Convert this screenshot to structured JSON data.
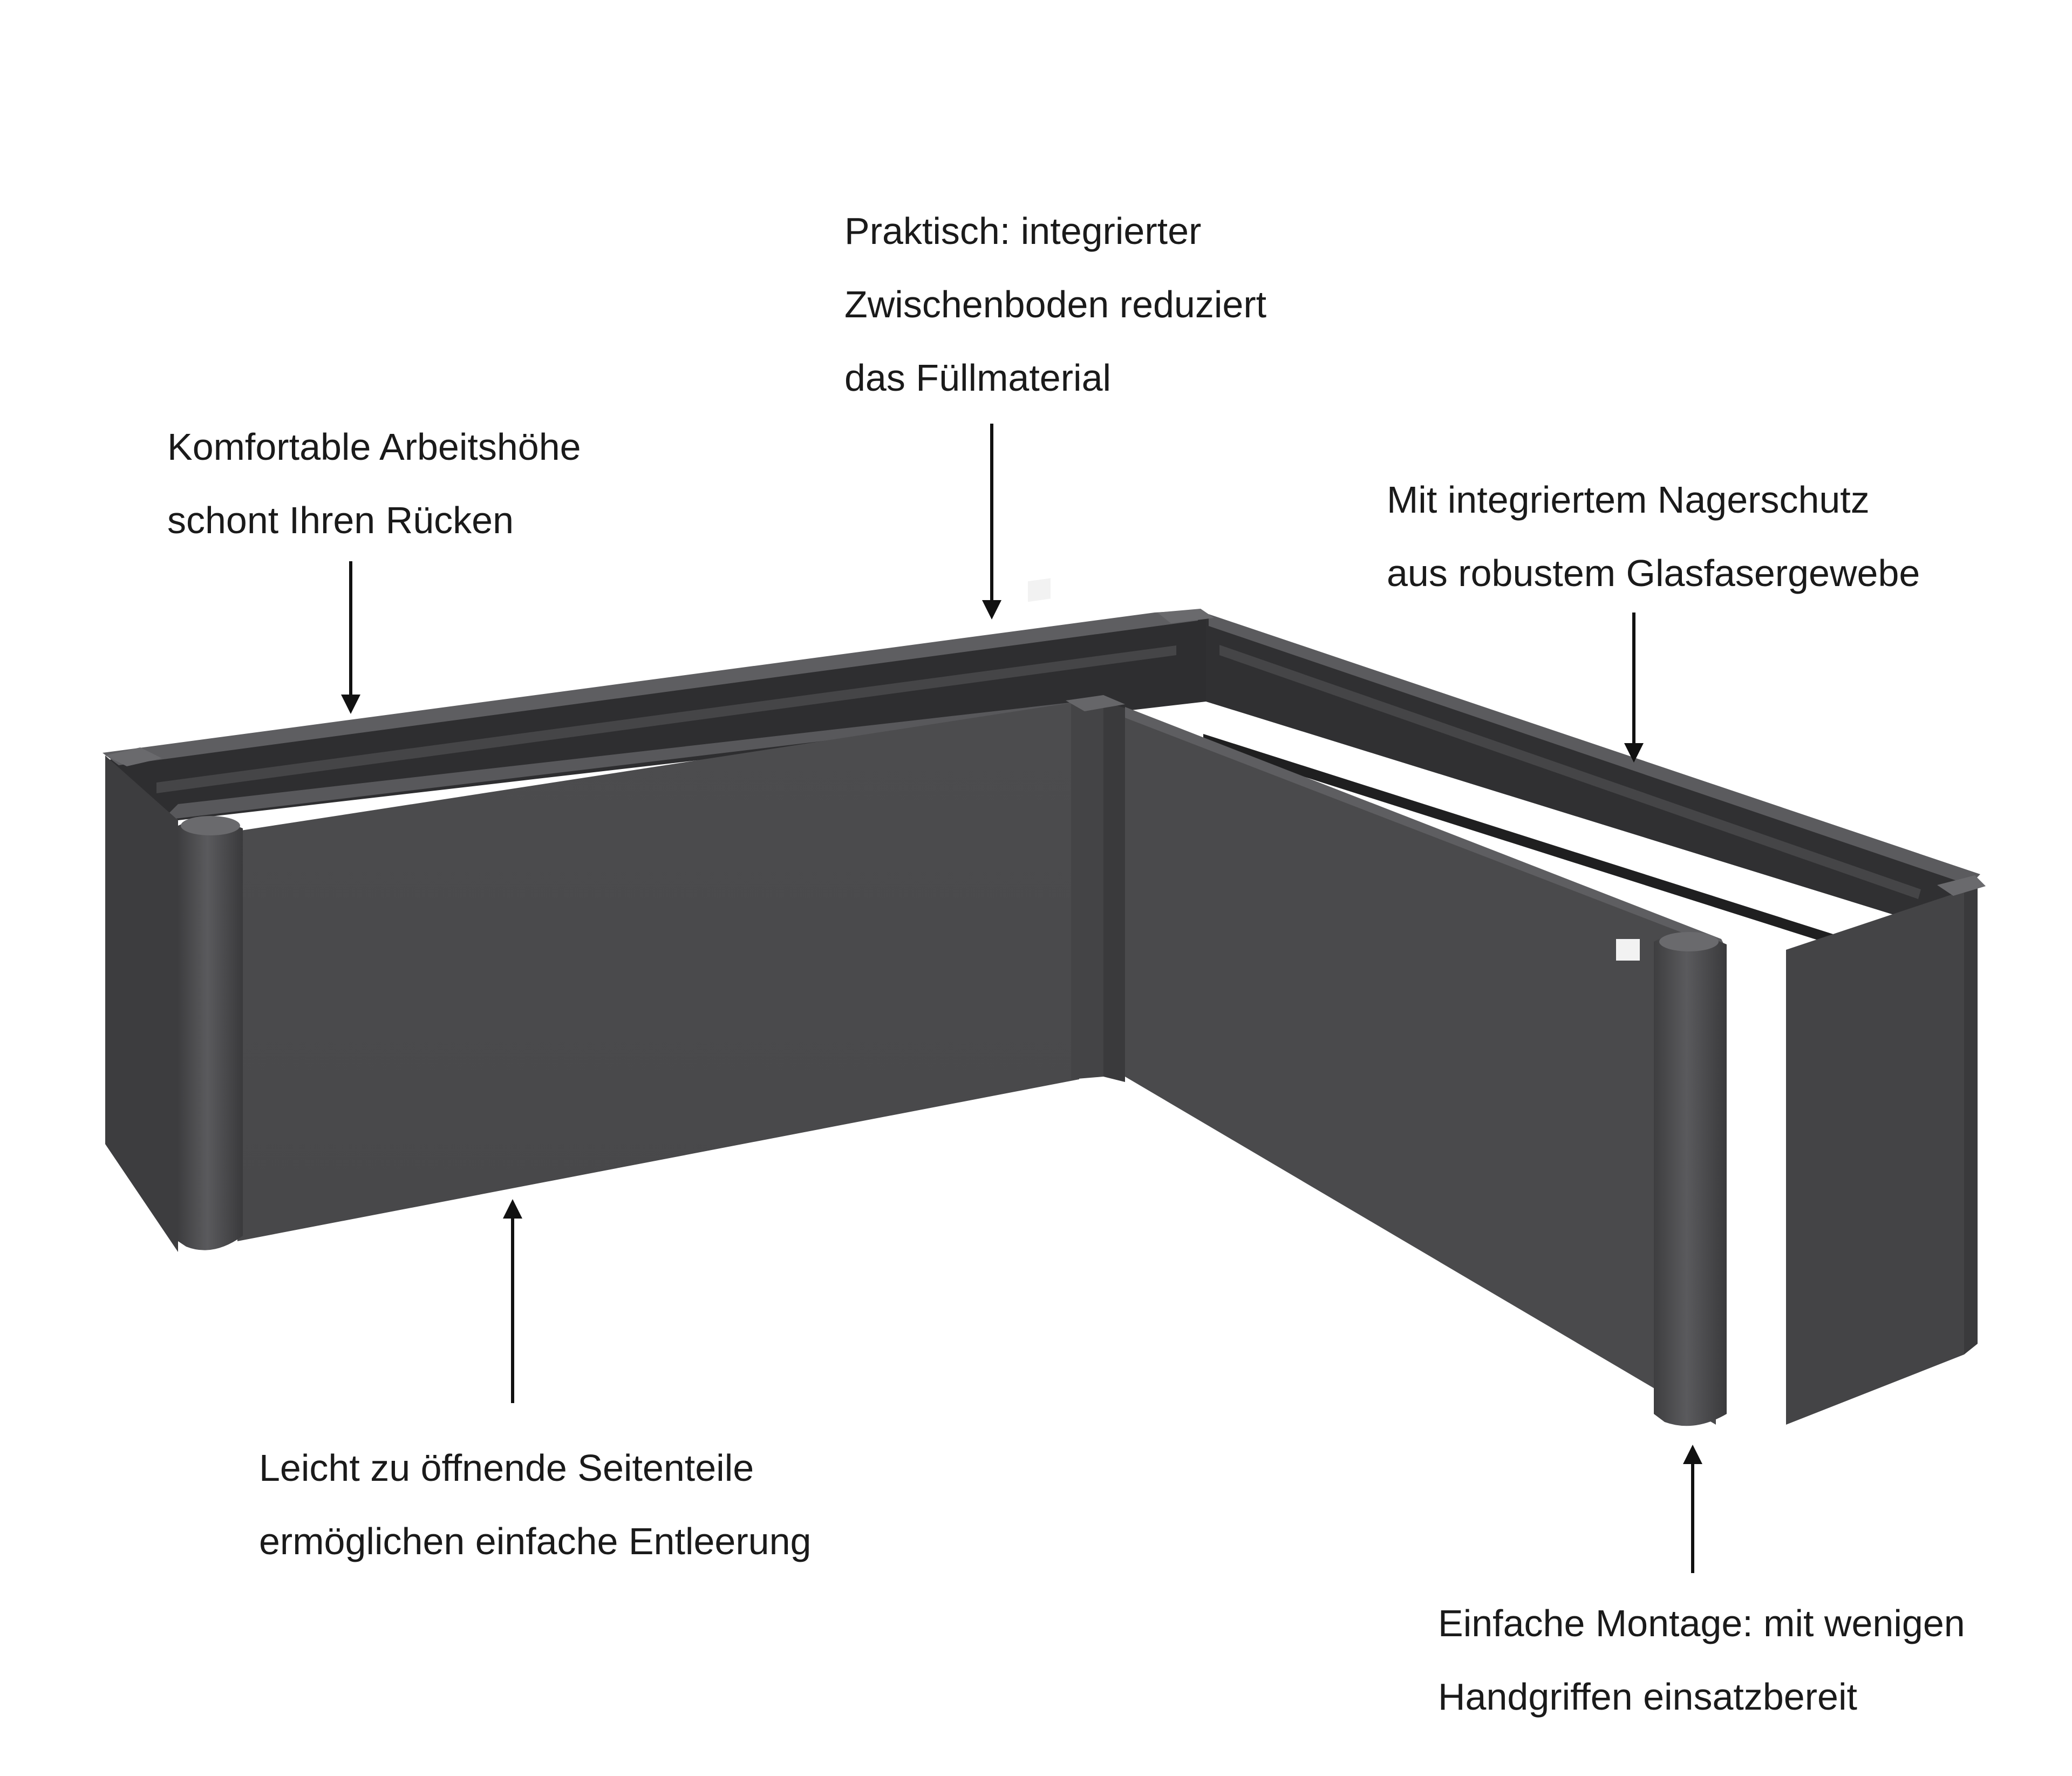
{
  "colors": {
    "background": "#ffffff",
    "text": "#1a1a1a",
    "panel": "#4e4e50",
    "panel_dark": "#3c3c3e",
    "inner_wall": "#2f2f31",
    "rim": "#5c5c5f",
    "arrow": "#111111"
  },
  "product": {
    "icon": "l-shaped-raised-garden-bed-illustration"
  },
  "callouts": {
    "praktisch": {
      "lines": [
        "Praktisch: integrierter",
        "Zwischenboden reduziert",
        "das Füllmaterial"
      ]
    },
    "komfort": {
      "lines": [
        "Komfortable Arbeitshöhe",
        "schont Ihren Rücken"
      ]
    },
    "nager": {
      "lines": [
        "Mit integriertem Nagerschutz",
        "aus robustem Glasfasergewebe"
      ]
    },
    "leicht": {
      "lines": [
        "Leicht zu öffnende Seitenteile",
        "ermöglichen einfache Entleerung"
      ]
    },
    "montage": {
      "lines": [
        "Einfache Montage: mit wenigen",
        "Handgriffen einsatzbereit"
      ]
    }
  }
}
